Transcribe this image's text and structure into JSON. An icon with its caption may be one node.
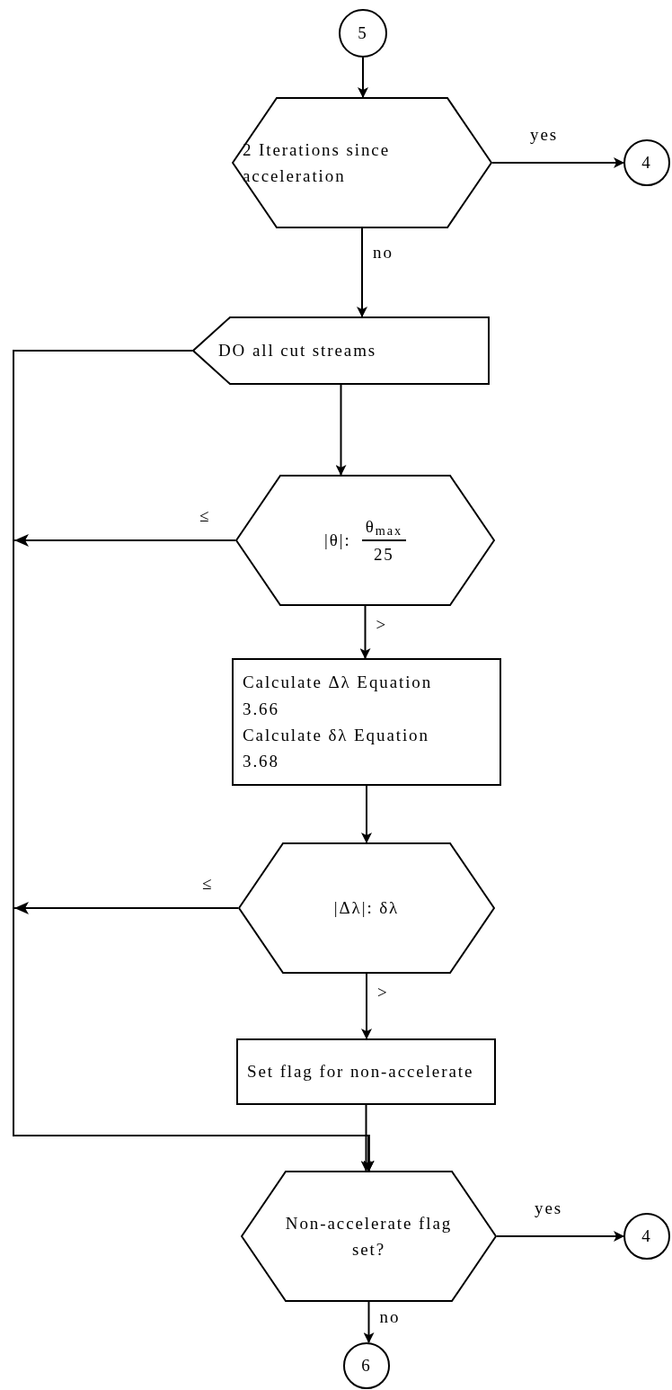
{
  "diagram": {
    "nodes": [
      {
        "text": [
          "5"
        ]
      },
      {
        "text": [
          "2 Iterations since acceleration"
        ]
      },
      {
        "text": [
          "4"
        ]
      },
      {
        "text": [
          "DO all cut streams"
        ]
      },
      {
        "text": [
          "|θ|:",
          "θ$_{max}$",
          "25"
        ]
      },
      {
        "text": [
          "Calculate Δλ Equation 3.66",
          "Calculate δλ Equation 3.68"
        ]
      },
      {
        "text": [
          "|Δλ|: δλ"
        ]
      },
      {
        "text": [
          "Set flag for non-accelerate"
        ]
      },
      {
        "text": [
          "Non-accelerate flag set?"
        ]
      },
      {
        "text": [
          "4"
        ]
      },
      {
        "text": [
          "6"
        ]
      }
    ],
    "edges": [
      {
        "from": 0,
        "to": 1,
        "arrow": "to"
      },
      {
        "from": 1,
        "to": 2,
        "arrow": "to",
        "label": "yes"
      },
      {
        "from": 1,
        "to": 3,
        "arrow": "to",
        "label": "no"
      },
      {
        "from": 3,
        "to": 4,
        "arrow": "to"
      },
      {
        "from": 4,
        "to": 5,
        "arrow": "to",
        "label": ">"
      },
      {
        "from": 4,
        "to": 8,
        "arrow": "to",
        "label": "≤"
      },
      {
        "from": 5,
        "to": 6,
        "arrow": "to"
      },
      {
        "from": 6,
        "to": 7,
        "arrow": "to",
        "label": ">"
      },
      {
        "from": 6,
        "to": 8,
        "arrow": "to",
        "label": "≤"
      },
      {
        "from": 7,
        "to": 8,
        "arrow": "to"
      },
      {
        "from": 3,
        "to": 8,
        "arrow": "to"
      },
      {
        "from": 8,
        "to": 9,
        "arrow": "to",
        "label": "yes"
      },
      {
        "from": 8,
        "to": 10,
        "arrow": "to",
        "label": "no"
      }
    ]
  }
}
